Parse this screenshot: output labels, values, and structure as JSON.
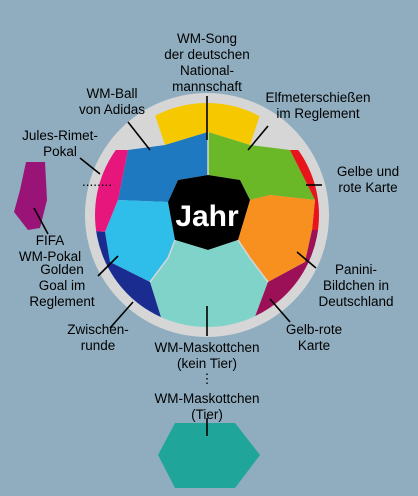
{
  "center_label": "Jahr",
  "colors": {
    "background": "#8fadbf",
    "ring": "#d6d6d6",
    "yellow": "#f5c800",
    "green": "#6ab728",
    "red": "#e8141b",
    "orange": "#f7901e",
    "purple_red": "#9b1056",
    "teal": "#7fd3c8",
    "navy": "#1a2c8f",
    "light_blue": "#2fbde9",
    "magenta": "#e6167d",
    "blue": "#1e79c1",
    "center": "#000000",
    "fifa_purple": "#9a1478",
    "tier_teal": "#1fa59a"
  },
  "labels": {
    "wm_song": [
      "WM-Song",
      "der deutschen",
      "National-",
      "mannschaft"
    ],
    "elfmeter": [
      "Elfmeterschießen",
      "im Reglement"
    ],
    "gelbe_rote": [
      "Gelbe und",
      "rote Karte"
    ],
    "panini": [
      "Panini-",
      "Bildchen in",
      "Deutschland"
    ],
    "gelb_rote": [
      "Gelb-rote",
      "Karte"
    ],
    "maskottchen_kein_tier": [
      "WM-Maskottchen",
      "(kein Tier)"
    ],
    "maskottchen_tier": [
      "WM-Maskottchen",
      "(Tier)"
    ],
    "zwischenrunde": [
      "Zwischen-",
      "runde"
    ],
    "golden_goal": [
      "Golden",
      "Goal im",
      "Reglement"
    ],
    "fifa_pokal": [
      "FIFA",
      "WM-Pokal"
    ],
    "jules_rimet": [
      "Jules-Rimet-",
      "Pokal"
    ],
    "wm_ball": [
      "WM-Ball",
      "von Adidas"
    ]
  },
  "ellipsis_dots": "........",
  "vertical_dots": "⋮"
}
